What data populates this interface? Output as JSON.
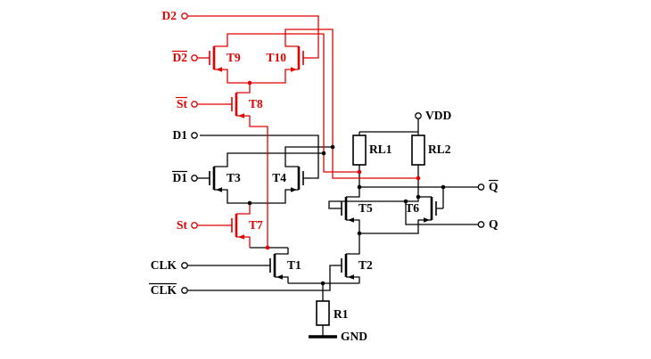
{
  "diagram": {
    "type": "circuit-schematic",
    "description": "CML dual-input D-latch with select transistors, highlighted second data path in red",
    "colors": {
      "primary": "#000000",
      "highlight": "#e00000",
      "background": "#ffffff"
    },
    "inputs": {
      "d2": {
        "label": "D2",
        "overline": false,
        "color": "red"
      },
      "d2b": {
        "label": "D2",
        "overline": true,
        "color": "red"
      },
      "stb": {
        "label": "St",
        "overline": true,
        "color": "red"
      },
      "d1": {
        "label": "D1",
        "overline": false,
        "color": "black"
      },
      "d1b": {
        "label": "D1",
        "overline": true,
        "color": "black"
      },
      "st": {
        "label": "St",
        "overline": false,
        "color": "red"
      },
      "clk": {
        "label": "CLK",
        "overline": false,
        "color": "black"
      },
      "clkb": {
        "label": "CLK",
        "overline": true,
        "color": "black"
      }
    },
    "outputs": {
      "qb": {
        "label": "Q",
        "overline": true
      },
      "q": {
        "label": "Q",
        "overline": false
      }
    },
    "power": {
      "vdd": {
        "label": "VDD"
      },
      "gnd": {
        "label": "GND"
      }
    },
    "transistors": {
      "t1": {
        "label": "T1",
        "color": "black"
      },
      "t2": {
        "label": "T2",
        "color": "black"
      },
      "t3": {
        "label": "T3",
        "color": "black"
      },
      "t4": {
        "label": "T4",
        "color": "black"
      },
      "t5": {
        "label": "T5",
        "color": "black"
      },
      "t6": {
        "label": "T6",
        "color": "black"
      },
      "t7": {
        "label": "T7",
        "color": "red"
      },
      "t8": {
        "label": "T8",
        "color": "red"
      },
      "t9": {
        "label": "T9",
        "color": "red"
      },
      "t10": {
        "label": "T10",
        "color": "red"
      }
    },
    "resistors": {
      "rl1": {
        "label": "RL1"
      },
      "rl2": {
        "label": "RL2"
      },
      "r1": {
        "label": "R1"
      }
    }
  }
}
